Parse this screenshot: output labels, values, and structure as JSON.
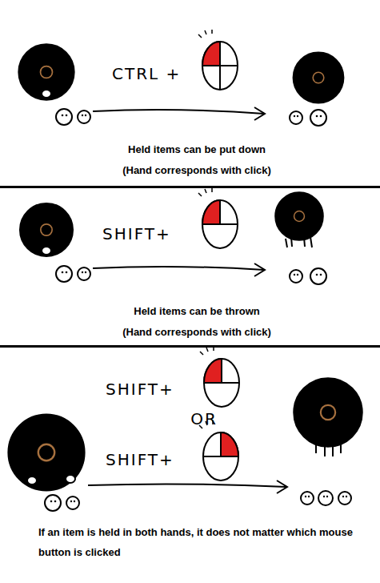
{
  "diagram": {
    "labels": [
      "CTRL +",
      "Held items can be put down",
      "(Hand corresponds with click)",
      "SHIFT+",
      "Held items can be thrown",
      "(Hand corresponds with click)",
      "SHIFT+",
      "OR",
      "SHIFT+",
      "If an item is held in both hands, it does not matter which mouse button is clicked"
    ]
  }
}
